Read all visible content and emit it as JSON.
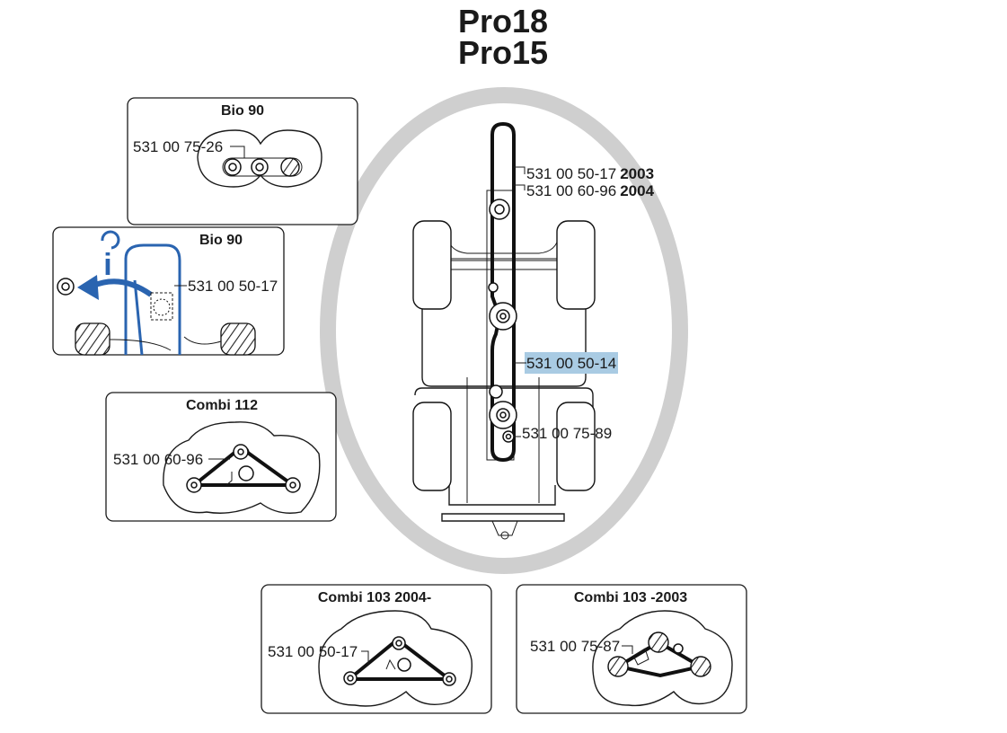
{
  "title": {
    "line1": "Pro18",
    "line2": "Pro15"
  },
  "main": {
    "belt_label_1": {
      "part": "531 00 50-17",
      "year": "2003"
    },
    "belt_label_2": {
      "part": "531 00 60-96",
      "year": "2004"
    },
    "highlight_label": "531 00 50-14",
    "idler_label": "531 00 75-89"
  },
  "callouts": {
    "bio90_top": {
      "title": "Bio 90",
      "part": "531 00 75-26"
    },
    "bio90_info": {
      "title": "Bio 90",
      "part": "531 00 50-17",
      "info_glyph": "i"
    },
    "combi112": {
      "title": "Combi 112",
      "part": "531 00 60-96"
    },
    "combi103_2004": {
      "title": "Combi 103  2004-",
      "part": "531 00 50-17"
    },
    "combi103_2003": {
      "title": "Combi 103  -2003",
      "part": "531 00 75-87"
    }
  },
  "colors": {
    "highlight": "#a9cbe3",
    "ring": "#cfcfcf",
    "accent_blue": "#2a64b0",
    "line": "#1a1a1a"
  },
  "icons": {
    "info": "info-icon",
    "arrow": "left-arrow-icon"
  }
}
